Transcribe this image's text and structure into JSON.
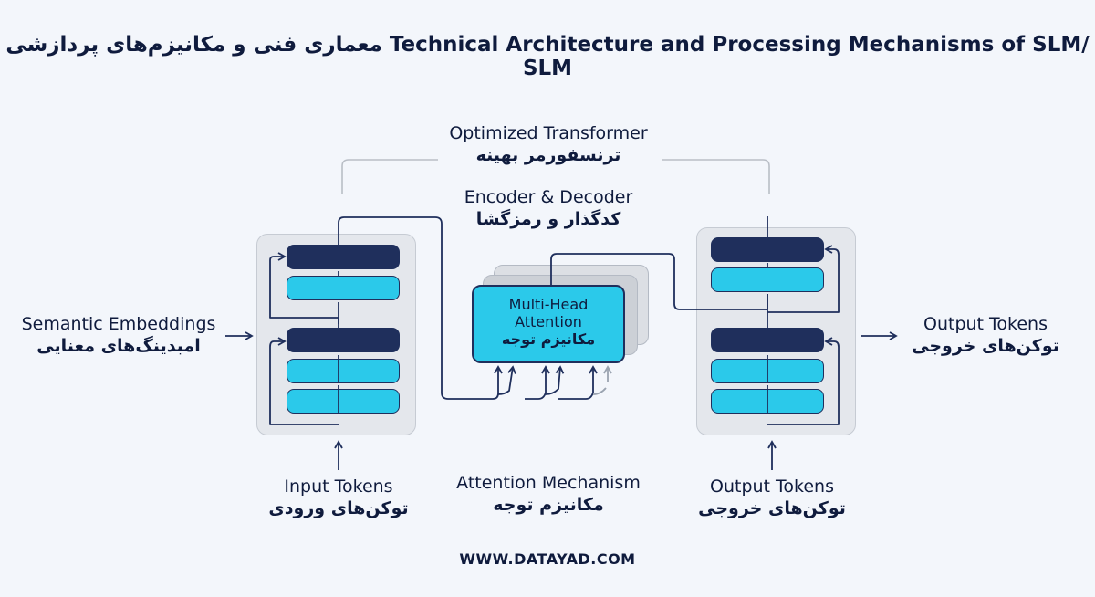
{
  "title": "معماری فنی و مکانیزم‌های پردازشی Technical Architecture and Processing Mechanisms of SLM/ SLM",
  "labels": {
    "optimized_transformer_en": "Optimized Transformer",
    "optimized_transformer_fa": "ترنسفورمر بهینه",
    "encoder_decoder_en": "Encoder & Decoder",
    "encoder_decoder_fa": "کدگذار و رمزگشا",
    "semantic_embeddings_en": "Semantic Embeddings",
    "semantic_embeddings_fa": "امبدینگ‌های معنایی",
    "output_tokens_right_en": "Output Tokens",
    "output_tokens_right_fa": "توکن‌های خروجی",
    "input_tokens_en": "Input Tokens",
    "input_tokens_fa": "توکن‌های ورودی",
    "attention_mechanism_en": "Attention Mechanism",
    "attention_mechanism_fa": "مکانیزم توجه",
    "output_tokens_bottom_en": "Output Tokens",
    "output_tokens_bottom_fa": "توکن‌های خروجی"
  },
  "mha": {
    "line1": "Multi-Head",
    "line2": "Attention",
    "fa": "مکانیزم توجه"
  },
  "footer": "WWW.DATAYAD.COM",
  "colors": {
    "navy": "#1f2f5c",
    "cyan": "#2bc9ea",
    "panel": "#e4e7ec",
    "background": "#f3f6fb",
    "bracket": "#b9bec6"
  }
}
